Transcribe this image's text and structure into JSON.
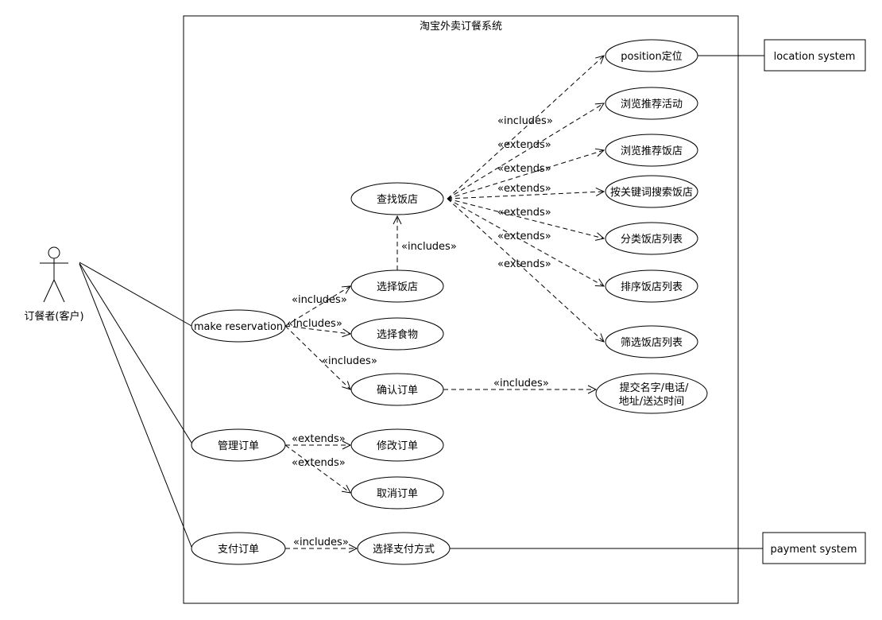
{
  "system": {
    "title": "淘宝外卖订餐系统"
  },
  "actor": {
    "label": "订餐者(客户)"
  },
  "external_systems": {
    "location": "location system",
    "payment": "payment system"
  },
  "use_cases": {
    "position": "position定位",
    "browse_promotions": "浏览推荐活动",
    "browse_restaurants": "浏览推荐饭店",
    "keyword_search": "按关键词搜索饭店",
    "find_restaurant": "查找饭店",
    "category_list": "分类饭店列表",
    "sort_list": "排序饭店列表",
    "filter_list": "筛选饭店列表",
    "select_restaurant": "选择饭店",
    "make_reservation": "make reservation",
    "select_food": "选择食物",
    "confirm_order": "确认订单",
    "submit_info_line1": "提交名字/电话/",
    "submit_info_line2": "地址/送达时间",
    "manage_order": "管理订单",
    "modify_order": "修改订单",
    "cancel_order": "取消订单",
    "pay_order": "支付订单",
    "choose_payment": "选择支付方式"
  },
  "stereotypes": {
    "includes": "«includes»",
    "extends": "«extends»"
  }
}
